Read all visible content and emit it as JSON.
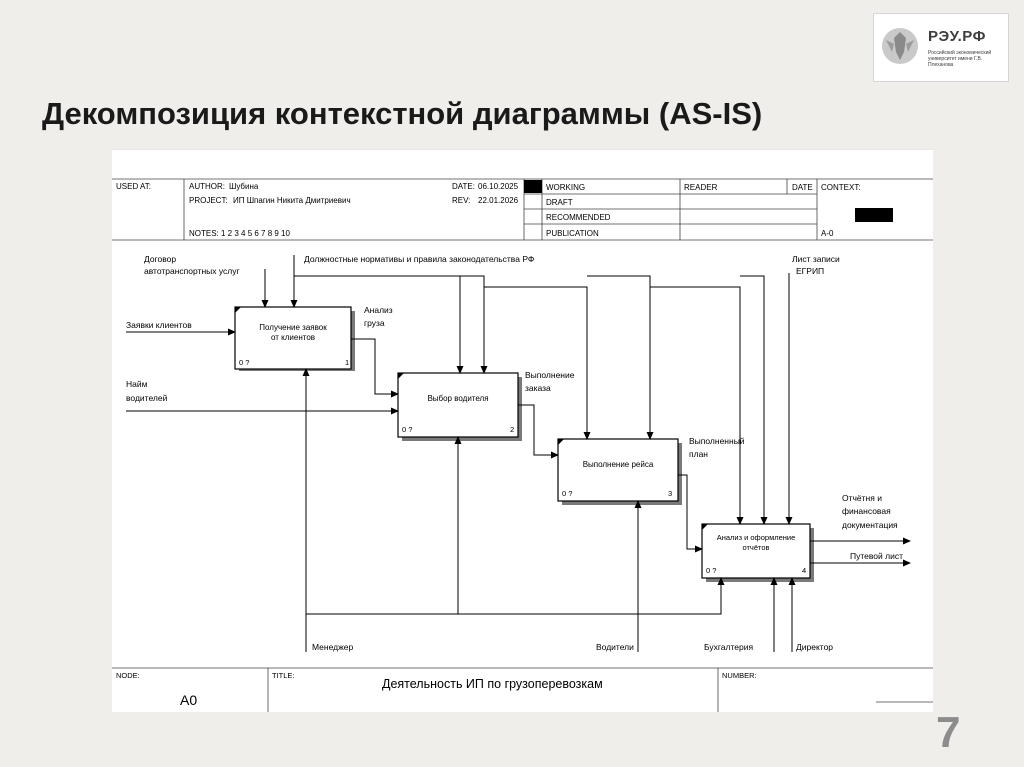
{
  "logo": {
    "title": "РЭУ.РФ",
    "subtitle": "Российский экономический университет имени Г.В. Плеханова"
  },
  "slide": {
    "title": "Декомпозиция контекстной диаграммы (AS-IS)",
    "page_number": "7"
  },
  "header": {
    "used_at": "USED AT:",
    "author_label": "AUTHOR:",
    "author": "Шубина",
    "project_label": "PROJECT:",
    "project": "ИП Шпагин Никита Дмитриевич",
    "notes": "NOTES: 1 2 3 4 5 6 7 8 9 10",
    "date_label": "DATE:",
    "date": "06.10.2025",
    "rev_label": "REV:",
    "rev": "22.01.2026",
    "status": [
      "WORKING",
      "DRAFT",
      "RECOMMENDED",
      "PUBLICATION"
    ],
    "reader": "READER",
    "reader_date": "DATE",
    "context": "CONTEXT:",
    "context_node": "A-0"
  },
  "boxes": [
    {
      "line1": "Получение заявок",
      "line2": "от клиентов",
      "cost": "0 ?",
      "number": "1"
    },
    {
      "line1": "Выбор водителя",
      "line2": "",
      "cost": "0 ?",
      "number": "2"
    },
    {
      "line1": "Выполнение рейса",
      "line2": "",
      "cost": "0 ?",
      "number": "3"
    },
    {
      "line1": "Анализ и оформление",
      "line2": "отчётов",
      "cost": "0 ?",
      "number": "4"
    }
  ],
  "arrows": {
    "contract_1": "Договор",
    "contract_2": "автотранспортных услуг",
    "regulations": "Должностные нормативы и правила законодательства РФ",
    "egrip_1": "Лист записи",
    "egrip_2": "ЕГРИП",
    "client_requests": "Заявки клиентов",
    "hiring_1": "Найм",
    "hiring_2": "водителей",
    "cargo_1": "Анализ",
    "cargo_2": "груза",
    "order_1": "Выполнение",
    "order_2": "заказа",
    "plan_1": "Выполненный",
    "plan_2": "план",
    "reports_1": "Отчётня и",
    "reports_2": "финансовая",
    "reports_3": "документация",
    "waybill": "Путевой лист",
    "manager": "Менеджер",
    "drivers": "Водители",
    "accounting": "Бухгалтерия",
    "director": "Директор"
  },
  "footer": {
    "node_label": "NODE:",
    "node": "A0",
    "title_label": "TITLE:",
    "title": "Деятельность ИП по грузоперевозкам",
    "number_label": "NUMBER:"
  }
}
